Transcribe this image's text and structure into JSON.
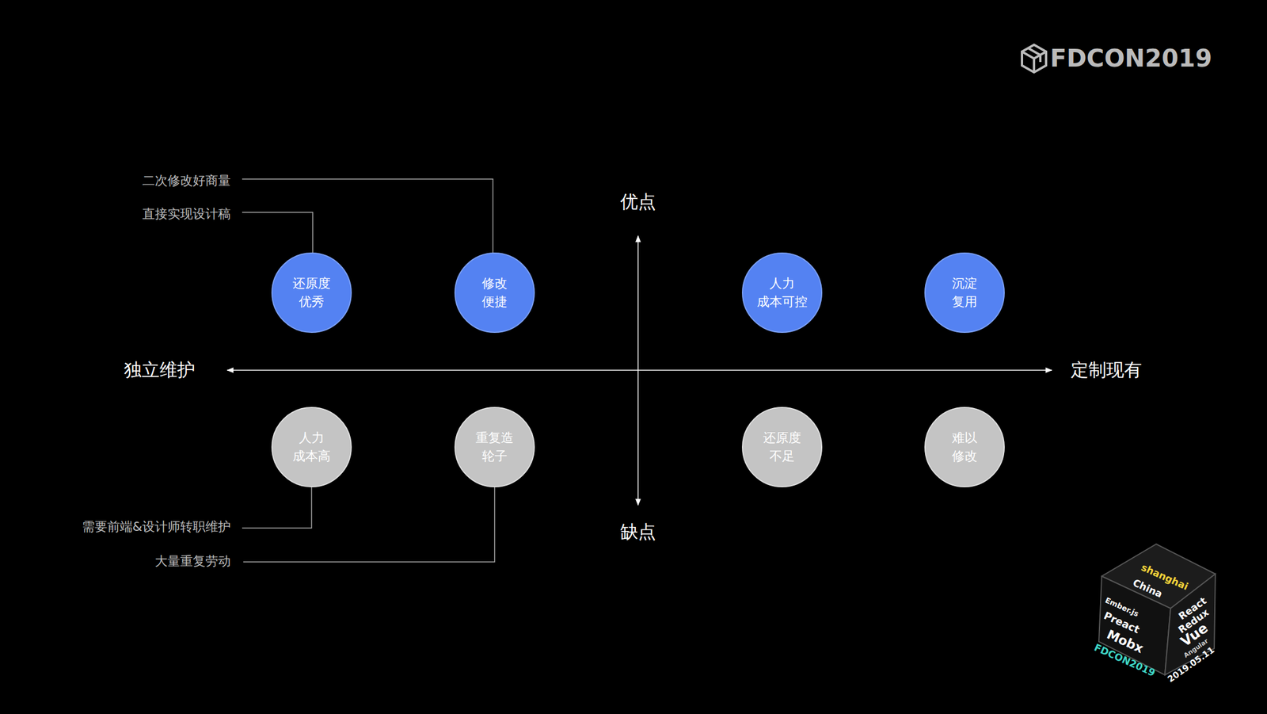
{
  "diagram": {
    "nodes": [
      {
        "text": [
          "还原度 优秀"
        ]
      },
      {
        "text": [
          "修改 便捷"
        ]
      },
      {
        "text": [
          "人力 成本可控"
        ]
      },
      {
        "text": [
          "沉淀 复用"
        ]
      },
      {
        "text": [
          "人力 成本高"
        ]
      },
      {
        "text": [
          "重复造 轮子"
        ]
      },
      {
        "text": [
          "还原度 不足"
        ]
      },
      {
        "text": [
          "难以 修改"
        ]
      }
    ],
    "labels": [
      "FDCON2019",
      "优点",
      "缺点",
      "独立维护",
      "定制现有",
      "二次修改好商量",
      "直接实现设计稿",
      "需要前端&设计师转职维护",
      "大量重复劳动",
      "shanghai",
      "China",
      "Ember.js",
      "Preact",
      "Mobx",
      "React",
      "Redux",
      "Vue",
      "Angular",
      "FDCON2019",
      "2019.05.11"
    ]
  }
}
